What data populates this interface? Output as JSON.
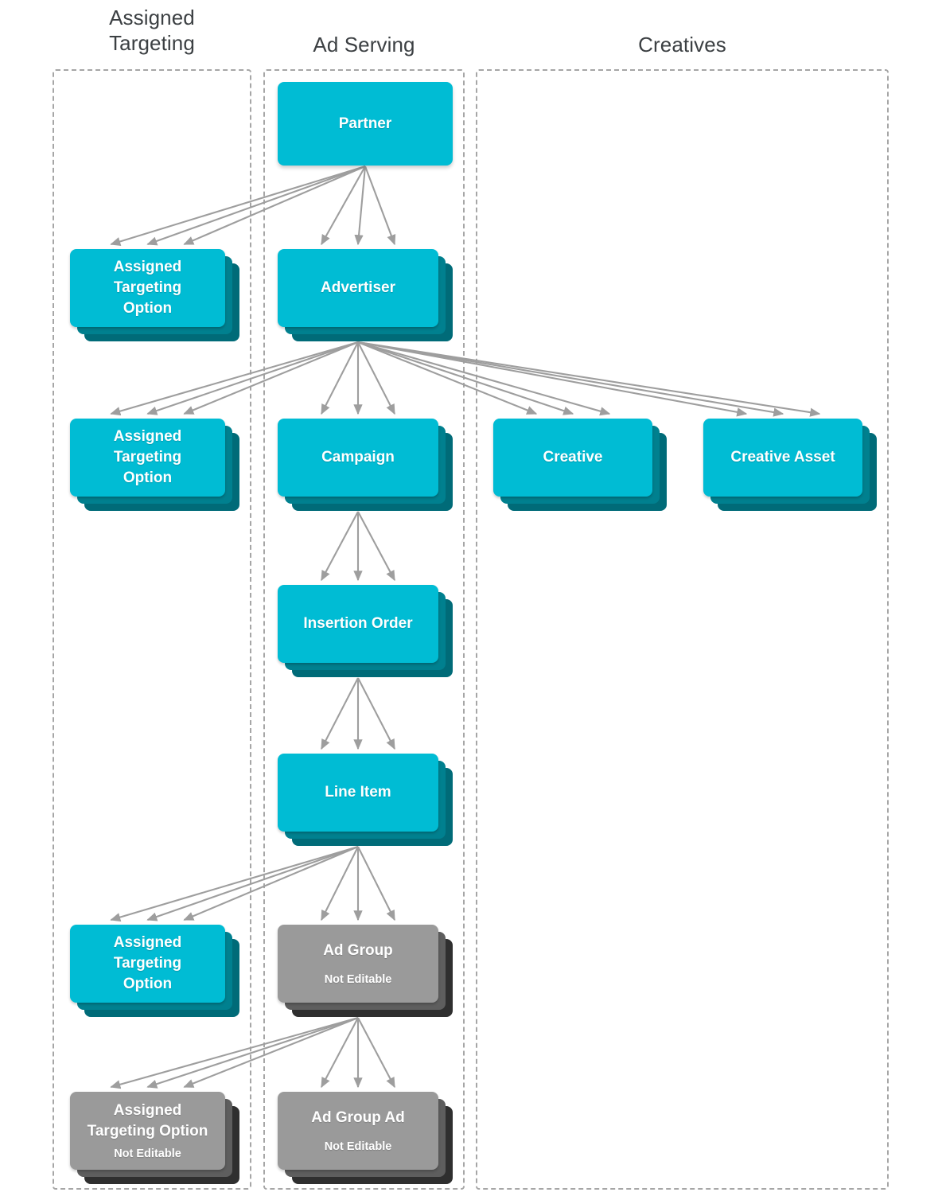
{
  "diagram": {
    "type": "hierarchy-flowchart",
    "background": "#ffffff",
    "colors": {
      "card_cyan_front": "#00BCD4",
      "card_cyan_mid": "#00808F",
      "card_cyan_back": "#006B78",
      "card_gray_front": "#9A9A9A",
      "card_gray_mid": "#5E5E5E",
      "card_gray_back": "#2F2F2F",
      "arrow": "#9e9e9e",
      "dashed_border": "#a6a6a6",
      "header_text": "#3c4043",
      "card_text": "#ffffff"
    },
    "columns": [
      {
        "id": "assigned-targeting",
        "label": "Assigned\nTargeting",
        "label_line1": "Assigned",
        "label_line2": "Targeting"
      },
      {
        "id": "ad-serving",
        "label": "Ad Serving"
      },
      {
        "id": "creatives",
        "label": "Creatives"
      }
    ],
    "nodes": [
      {
        "id": "partner",
        "title": "Partner",
        "sub": "",
        "style": "cyan",
        "stacked": false,
        "column": "ad-serving"
      },
      {
        "id": "ato-1",
        "title": "Assigned Targeting Option",
        "sub": "",
        "style": "cyan",
        "stacked": true,
        "column": "assigned-targeting",
        "title_lines": [
          "Assigned",
          "Targeting",
          "Option"
        ]
      },
      {
        "id": "advertiser",
        "title": "Advertiser",
        "sub": "",
        "style": "cyan",
        "stacked": true,
        "column": "ad-serving"
      },
      {
        "id": "ato-2",
        "title": "Assigned Targeting Option",
        "sub": "",
        "style": "cyan",
        "stacked": true,
        "column": "assigned-targeting",
        "title_lines": [
          "Assigned",
          "Targeting",
          "Option"
        ]
      },
      {
        "id": "campaign",
        "title": "Campaign",
        "sub": "",
        "style": "cyan",
        "stacked": true,
        "column": "ad-serving"
      },
      {
        "id": "creative",
        "title": "Creative",
        "sub": "",
        "style": "cyan",
        "stacked": true,
        "column": "creatives"
      },
      {
        "id": "creative-asset",
        "title": "Creative Asset",
        "sub": "",
        "style": "cyan",
        "stacked": true,
        "column": "creatives"
      },
      {
        "id": "insertion-order",
        "title": "Insertion Order",
        "sub": "",
        "style": "cyan",
        "stacked": true,
        "column": "ad-serving"
      },
      {
        "id": "line-item",
        "title": "Line Item",
        "sub": "",
        "style": "cyan",
        "stacked": true,
        "column": "ad-serving"
      },
      {
        "id": "ato-3",
        "title": "Assigned Targeting Option",
        "sub": "",
        "style": "cyan",
        "stacked": true,
        "column": "assigned-targeting",
        "title_lines": [
          "Assigned",
          "Targeting",
          "Option"
        ]
      },
      {
        "id": "ad-group",
        "title": "Ad Group",
        "sub": "Not Editable",
        "style": "gray",
        "stacked": true,
        "column": "ad-serving"
      },
      {
        "id": "ato-4",
        "title": "Assigned Targeting Option",
        "sub": "Not Editable",
        "style": "gray",
        "stacked": true,
        "column": "assigned-targeting",
        "title_lines": [
          "Assigned",
          "Targeting Option"
        ]
      },
      {
        "id": "ad-group-ad",
        "title": "Ad Group Ad",
        "sub": "Not Editable",
        "style": "gray",
        "stacked": true,
        "column": "ad-serving"
      }
    ],
    "edges": [
      {
        "from": "partner",
        "to": "ato-1",
        "multiplicity": 3
      },
      {
        "from": "partner",
        "to": "advertiser",
        "multiplicity": 3
      },
      {
        "from": "advertiser",
        "to": "ato-2",
        "multiplicity": 3
      },
      {
        "from": "advertiser",
        "to": "campaign",
        "multiplicity": 3
      },
      {
        "from": "advertiser",
        "to": "creative",
        "multiplicity": 3
      },
      {
        "from": "advertiser",
        "to": "creative-asset",
        "multiplicity": 3
      },
      {
        "from": "campaign",
        "to": "insertion-order",
        "multiplicity": 3
      },
      {
        "from": "insertion-order",
        "to": "line-item",
        "multiplicity": 3
      },
      {
        "from": "line-item",
        "to": "ato-3",
        "multiplicity": 3
      },
      {
        "from": "line-item",
        "to": "ad-group",
        "multiplicity": 3
      },
      {
        "from": "ad-group",
        "to": "ato-4",
        "multiplicity": 3
      },
      {
        "from": "ad-group",
        "to": "ad-group-ad",
        "multiplicity": 3
      }
    ]
  },
  "labels": {
    "header_assigned_targeting_line1": "Assigned",
    "header_assigned_targeting_line2": "Targeting",
    "header_ad_serving": "Ad Serving",
    "header_creatives": "Creatives",
    "partner": "Partner",
    "advertiser": "Advertiser",
    "campaign": "Campaign",
    "insertion_order": "Insertion Order",
    "line_item": "Line Item",
    "ad_group": "Ad Group",
    "ad_group_ad": "Ad Group Ad",
    "creative": "Creative",
    "creative_asset": "Creative Asset",
    "ato_line1": "Assigned",
    "ato_line2": "Targeting",
    "ato_line3": "Option",
    "ato_wide_line1": "Assigned",
    "ato_wide_line2": "Targeting Option",
    "not_editable": "Not Editable"
  }
}
